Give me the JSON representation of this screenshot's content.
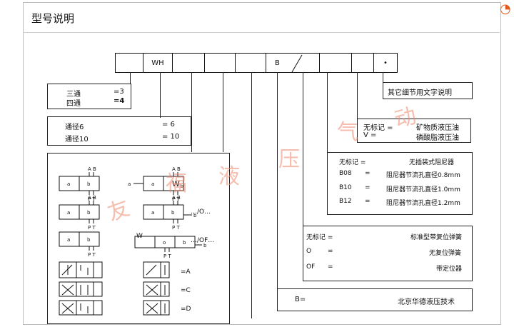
{
  "page": {
    "title": "型号说明"
  },
  "code": {
    "cell_wh": "WH",
    "cell_b": "B",
    "cell_slash": "/",
    "cell_dot": "•"
  },
  "channels": {
    "rows": [
      {
        "label": "三通",
        "value": "=3"
      },
      {
        "label": "四通",
        "value": "=4"
      }
    ]
  },
  "diameters": {
    "rows": [
      {
        "label": "通径6",
        "value": "= 6"
      },
      {
        "label": "通径10",
        "value": "= 10"
      }
    ]
  },
  "other": {
    "text": "其它细节用文字说明"
  },
  "fluid": {
    "rows": [
      {
        "label": "无标记 =",
        "value": "矿物质液压油"
      },
      {
        "label": "V =",
        "value": "磷酸脂液压油"
      }
    ]
  },
  "orifice": {
    "rows": [
      {
        "label": "无标记 =",
        "value": "无插装式阻尼器"
      },
      {
        "label": "B08",
        "eq": "=",
        "value": "阻尼器节流孔直径0.8mm"
      },
      {
        "label": "B10",
        "eq": "=",
        "value": "阻尼器节流孔直径1.0mm"
      },
      {
        "label": "B12",
        "eq": "=",
        "value": "阻尼器节流孔直径1.2mm"
      }
    ]
  },
  "spring": {
    "rows": [
      {
        "label": "无标记 =",
        "value": "标准型带复位弹簧"
      },
      {
        "label": "O",
        "eq": "=",
        "value": "无复位弹簧"
      },
      {
        "label": "OF",
        "eq": "=",
        "value": "带定位器"
      }
    ]
  },
  "brand": {
    "prefix": "B=",
    "name": "北京华德液压技术"
  },
  "symbols": {
    "port_top": "A B",
    "port_bottom": "P T",
    "suffix_o": "…/O…",
    "suffix_of": "…/OF…",
    "spool_a": "=A",
    "spool_c": "=C",
    "spool_d": "=D",
    "w_label": "W",
    "letter_a": "a",
    "letter_b": "b",
    "letter_o": "o",
    "arrow_in": "a",
    "arrow_out": "b",
    "w_sub": "b"
  },
  "watermark": {
    "chars": [
      "友",
      "福",
      "液",
      "压",
      "气",
      "动"
    ]
  },
  "colors": {
    "watermark": "#f08a6e",
    "logo": "#e05a1e"
  }
}
